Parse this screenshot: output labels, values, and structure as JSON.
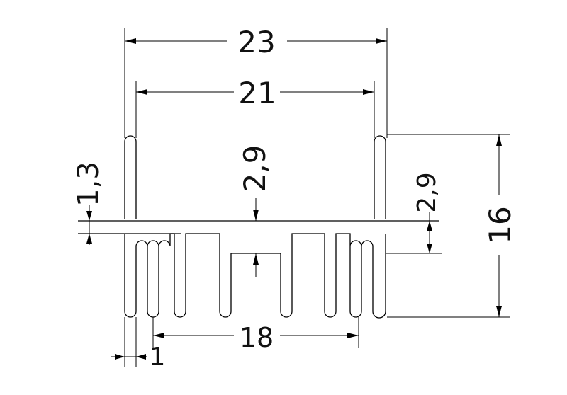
{
  "dimensions": {
    "overall_width": "23",
    "inner_width": "21",
    "base_thickness": "2,9",
    "right_gap": "2,9",
    "wall_thickness": "1,3",
    "height": "16",
    "fin_span": "18",
    "fin_thickness": "1"
  },
  "colors": {
    "line": "#000000",
    "background": "#ffffff"
  }
}
